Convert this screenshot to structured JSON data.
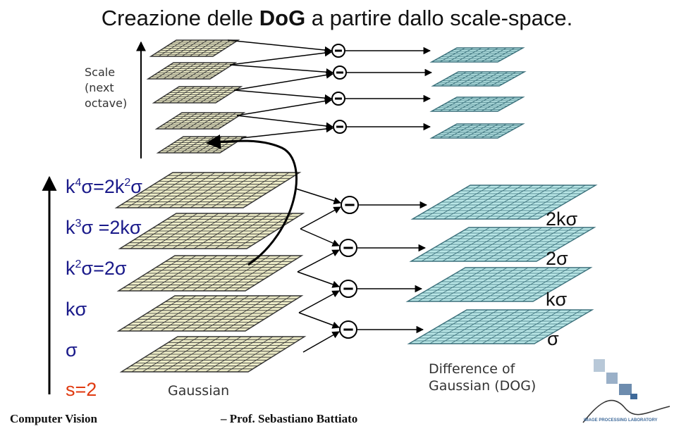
{
  "title": {
    "prefix": "Creazione delle ",
    "bold": "DoG",
    "suffix": " a partire dallo scale-space."
  },
  "scale_label": [
    "Scale",
    "(next",
    "octave)"
  ],
  "levels": [
    {
      "base": "k",
      "sup1": "4",
      "mid": "σ=2k",
      "sup2": "2",
      "end": "σ"
    },
    {
      "base": "k",
      "sup1": "3",
      "mid": "σ =2k",
      "sup2": "",
      "end": "σ"
    },
    {
      "base": "k",
      "sup1": "2",
      "mid": "σ=2σ",
      "sup2": "",
      "end": ""
    },
    {
      "base": "kσ",
      "sup1": "",
      "mid": "",
      "sup2": "",
      "end": ""
    },
    {
      "base": "σ",
      "sup1": "",
      "mid": "",
      "sup2": "",
      "end": ""
    },
    {
      "base": "s=2",
      "sup1": "",
      "mid": "",
      "sup2": "",
      "end": ""
    }
  ],
  "dog_labels": [
    "2kσ",
    "2σ",
    "kσ",
    "σ"
  ],
  "gaussian_label": "Gaussian",
  "dog_caption": [
    "Difference of",
    "Gaussian (DOG)"
  ],
  "minus_symbol": "−",
  "footer": {
    "course": "Computer Vision",
    "author": "– Prof. Sebastiano Battiato"
  },
  "logo": {
    "text": "IMAGE PROCESSING LABORATORY"
  },
  "colors": {
    "gaussian_fill": "#ecebc6",
    "gaussian_grid": "#333333",
    "dog_fill": "#b9e6e6",
    "dog_grid": "#3a6f7a",
    "level_text": "#1a1a8a",
    "s_text": "#e03a10"
  }
}
